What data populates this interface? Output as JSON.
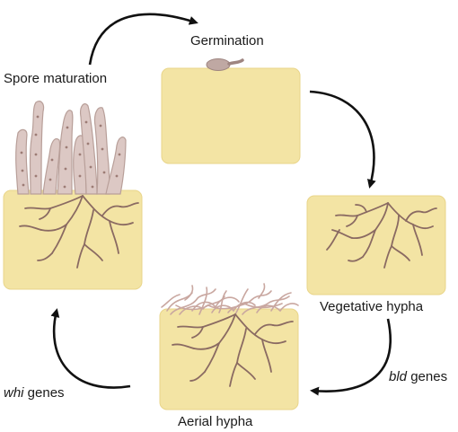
{
  "labels": {
    "germination": "Germination",
    "spore_maturation": "Spore maturation",
    "vegetative_hypha": "Vegetative hypha",
    "bld_genes_gene": "bld",
    "bld_genes_suffix": " genes",
    "aerial_hypha": "Aerial hypha",
    "whi_genes_gene": "whi",
    "whi_genes_suffix": " genes"
  },
  "colors": {
    "medium_fill": "#F3E4A4",
    "medium_edge": "#E9D58A",
    "hypha": "#8A6A62",
    "aerial_hypha": "#C9A7A0",
    "spore_chain_fill": "#DCC8C4",
    "spore_chain_edge": "#B89F99",
    "spore_dot": "#9C7C75",
    "arrow": "#111111"
  }
}
